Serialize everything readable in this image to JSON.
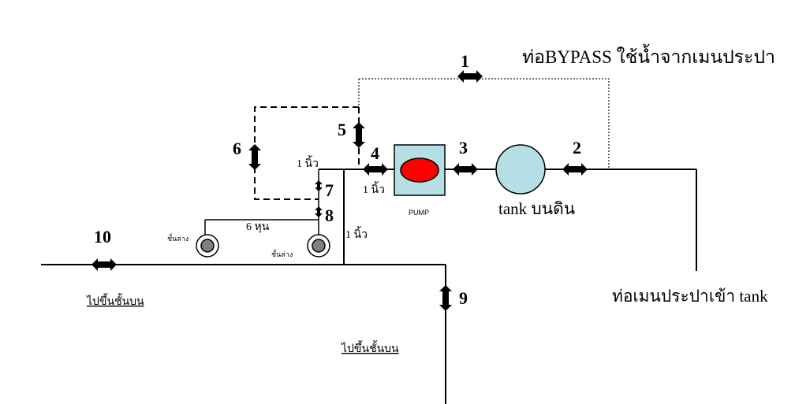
{
  "labels": {
    "bypass": "ท่อBYPASS ใช้น้ำจากเมนประปา",
    "tank": "tank บนดิน",
    "pump": "PUMP",
    "main_inlet": "ท่อเมนประปาเข้า tank",
    "to_upper_left": "ไปขึ้นชั้นบน",
    "to_upper_mid": "ไปขึ้นชั้นบน",
    "pipe_1in_a": "1 นิ้ว",
    "pipe_1in_b": "1 นิ้ว",
    "pipe_1in_c": "1 นิ้ว",
    "pipe_6hun": "6 หุน",
    "lower_floor_a": "ชั้นล่าง",
    "lower_floor_b": "ชั้นล่าง"
  },
  "valves": [
    "1",
    "2",
    "3",
    "4",
    "5",
    "6",
    "7",
    "8",
    "9",
    "10"
  ],
  "colors": {
    "pump_body": "#b4dfe4",
    "pump_core": "#ff0000",
    "tank": "#b4dfe4",
    "meter_inner": "#808080"
  }
}
